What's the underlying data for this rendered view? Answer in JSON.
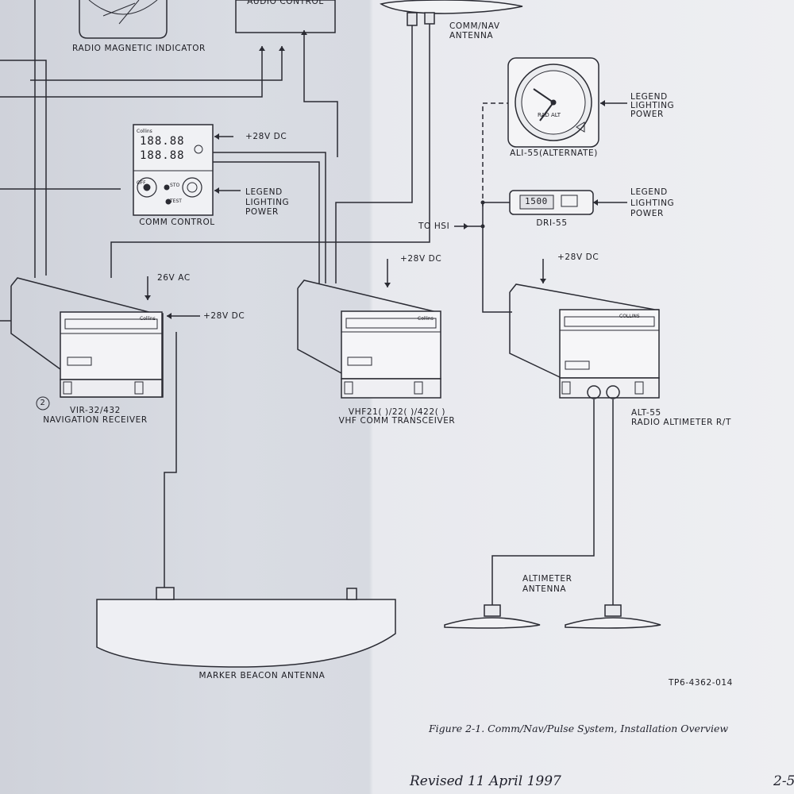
{
  "labels": {
    "rmi": "RADIO MAGNETIC INDICATOR",
    "audio": "AUDIO CONTROL",
    "comm_nav_antenna": [
      "COMM/NAV",
      "ANTENNA"
    ],
    "ali55": "ALI-55(ALTERNATE)",
    "legend1": [
      "LEGEND",
      "LIGHTING",
      "POWER"
    ],
    "legend2": [
      "LEGEND",
      "LIGHTING",
      "POWER"
    ],
    "legend3": [
      "LEGEND",
      "LIGHTING",
      "POWER"
    ],
    "dri55": "DRI-55",
    "to_hsi": "TO HSI",
    "comm_control": "COMM CONTROL",
    "plus28_1": "+28V DC",
    "plus28_vhf": "+28V DC",
    "plus28_alt": "+28V DC",
    "plus28_nav": "+28V DC",
    "ac26": "26V AC",
    "nav_num": "2",
    "nav_rx": [
      "VIR-32/432",
      "NAVIGATION RECEIVER"
    ],
    "vhf": [
      "VHF21( )/22( )/422( )",
      "VHF COMM TRANSCEIVER"
    ],
    "alt55": [
      "ALT-55",
      "RADIO ALTIMETER R/T"
    ],
    "alt_ant": [
      "ALTIMETER",
      "ANTENNA"
    ],
    "marker": "MARKER BEACON ANTENNA",
    "drawing_no": "TP6-4362-014"
  },
  "device_text": {
    "collins": "Collins",
    "collins_caps": "COLLINS",
    "freq1": "188.88",
    "freq2": "188.88",
    "dri_reading": "1500",
    "rad_alt": "RAD ALT",
    "ctrl_off": "OFF",
    "ctrl_stg": "STO",
    "ctrl_test": "TEST"
  },
  "caption": "Figure 2-1. Comm/Nav/Pulse System, Installation Overview",
  "footer": {
    "revised": "Revised 11 April 1997",
    "page": "2-5"
  }
}
